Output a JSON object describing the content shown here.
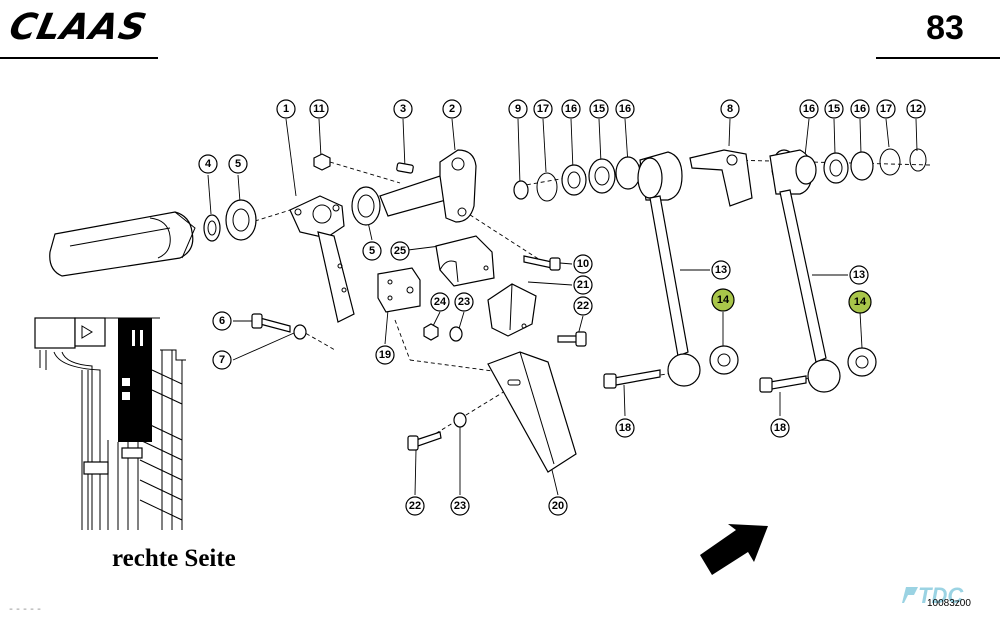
{
  "header": {
    "brand": "CLAAS",
    "page_number": "83"
  },
  "caption": {
    "side_label": "rechte Seite"
  },
  "footer": {
    "watermark": "TDC",
    "drawing_code": "10083z00",
    "dashes": "-----"
  },
  "colors": {
    "highlight": "#a9c64a",
    "watermark": "#9bd3e3"
  },
  "callouts": [
    {
      "id": "c1",
      "label": "1"
    },
    {
      "id": "c11",
      "label": "11"
    },
    {
      "id": "c3",
      "label": "3"
    },
    {
      "id": "c2",
      "label": "2"
    },
    {
      "id": "c4",
      "label": "4"
    },
    {
      "id": "c5a",
      "label": "5"
    },
    {
      "id": "c5b",
      "label": "5"
    },
    {
      "id": "c25",
      "label": "25"
    },
    {
      "id": "c10",
      "label": "10"
    },
    {
      "id": "c21",
      "label": "21"
    },
    {
      "id": "c24",
      "label": "24"
    },
    {
      "id": "c23a",
      "label": "23"
    },
    {
      "id": "c22a",
      "label": "22"
    },
    {
      "id": "c6",
      "label": "6"
    },
    {
      "id": "c7",
      "label": "7"
    },
    {
      "id": "c19",
      "label": "19"
    },
    {
      "id": "c22b",
      "label": "22"
    },
    {
      "id": "c23b",
      "label": "23"
    },
    {
      "id": "c20",
      "label": "20"
    },
    {
      "id": "c9",
      "label": "9"
    },
    {
      "id": "c17a",
      "label": "17"
    },
    {
      "id": "c16a",
      "label": "16"
    },
    {
      "id": "c15a",
      "label": "15"
    },
    {
      "id": "c16b",
      "label": "16"
    },
    {
      "id": "c8",
      "label": "8"
    },
    {
      "id": "c16c",
      "label": "16"
    },
    {
      "id": "c15b",
      "label": "15"
    },
    {
      "id": "c16d",
      "label": "16"
    },
    {
      "id": "c17b",
      "label": "17"
    },
    {
      "id": "c12",
      "label": "12"
    },
    {
      "id": "c13a",
      "label": "13"
    },
    {
      "id": "c14a",
      "label": "14",
      "highlight": true
    },
    {
      "id": "c18a",
      "label": "18"
    },
    {
      "id": "c13b",
      "label": "13"
    },
    {
      "id": "c14b",
      "label": "14",
      "highlight": true
    },
    {
      "id": "c18b",
      "label": "18"
    }
  ]
}
